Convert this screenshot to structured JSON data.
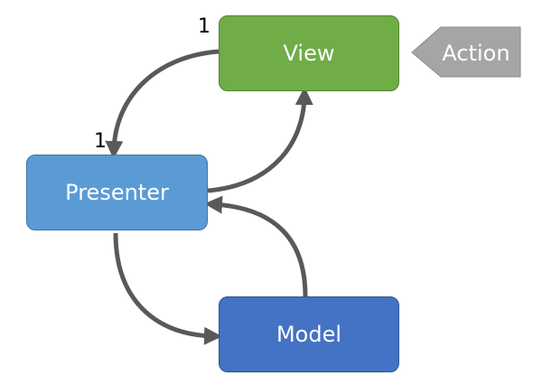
{
  "nodes": {
    "view": {
      "label": "View",
      "color": "#70ad47"
    },
    "presenter": {
      "label": "Presenter",
      "color": "#5b9bd5"
    },
    "model": {
      "label": "Model",
      "color": "#4472c4"
    }
  },
  "action": {
    "label": "Action",
    "color": "#a5a5a5"
  },
  "multiplicity": {
    "view": "1",
    "presenter": "1"
  },
  "arrow_color": "#595959"
}
